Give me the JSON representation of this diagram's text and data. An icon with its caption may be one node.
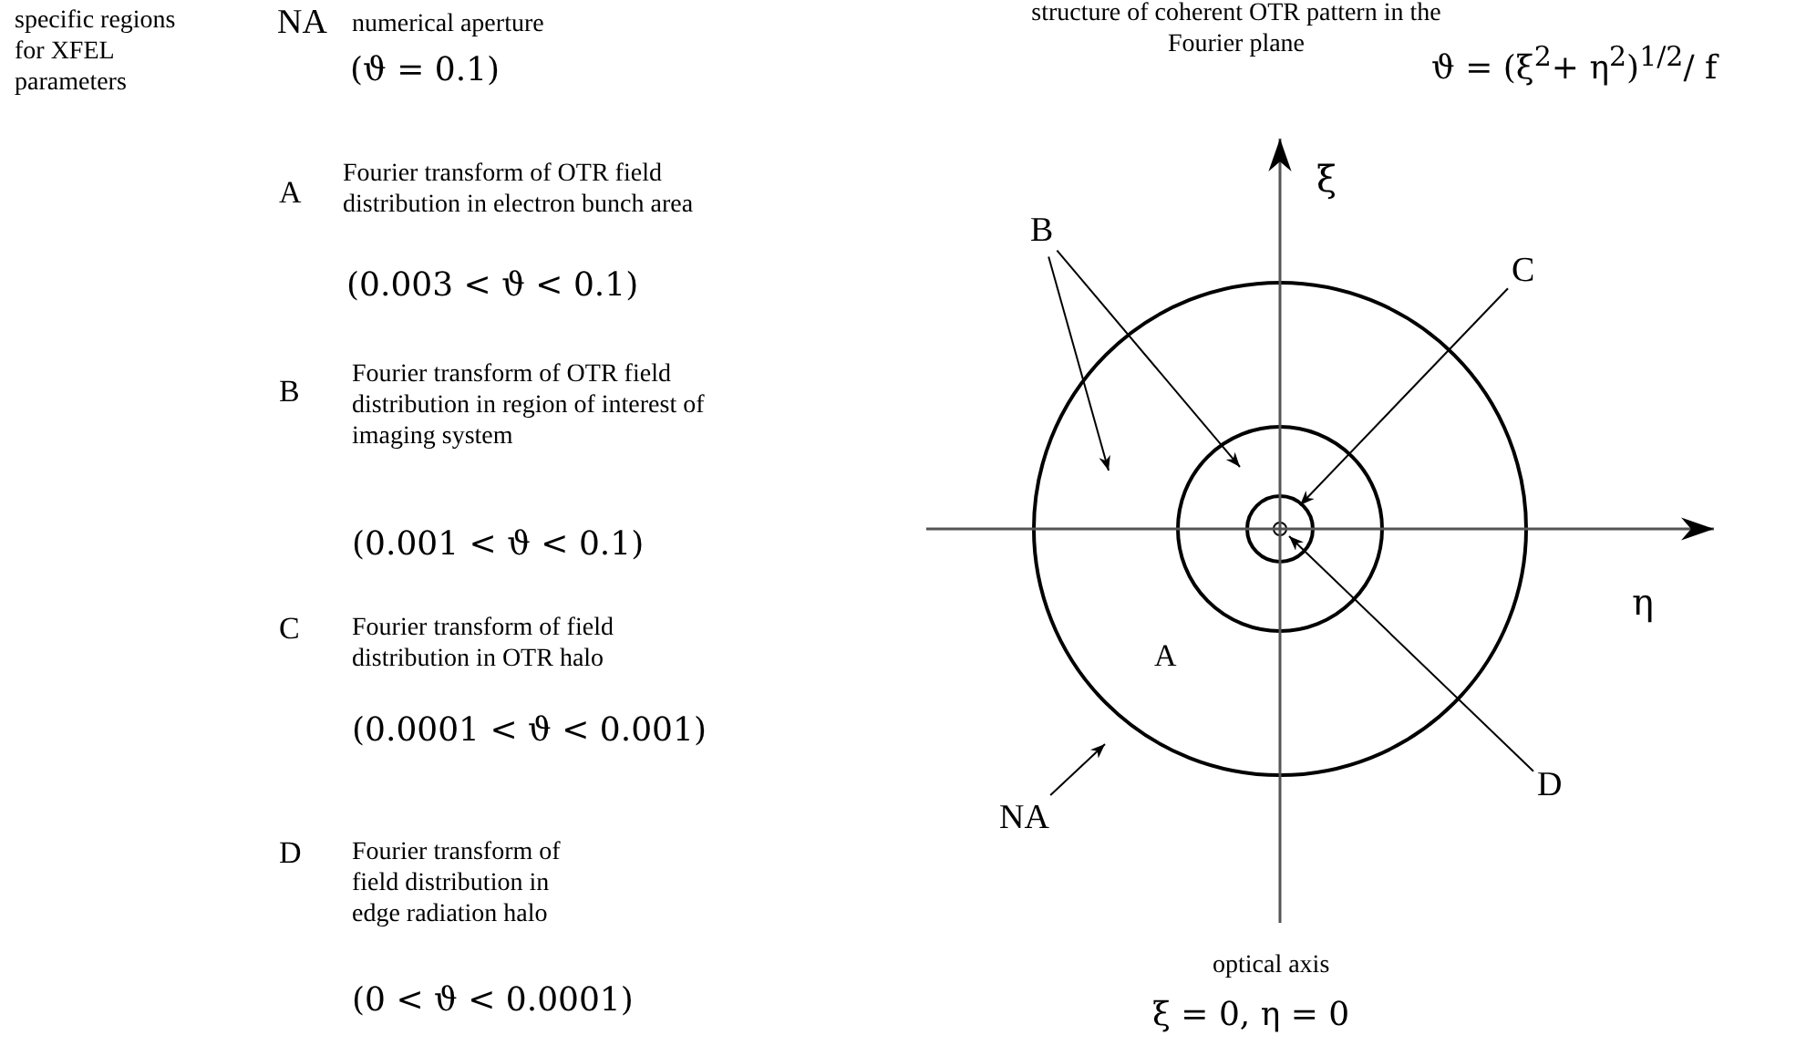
{
  "diagram": {
    "title": "structure of coherent OTR pattern in the Fourier plane",
    "nodes": [
      {
        "text": [
          "B"
        ]
      },
      {
        "text": [
          "C"
        ]
      },
      {
        "text": [],
        "shape": "circle"
      },
      {
        "text": [],
        "shape": "circle",
        "in": 2
      },
      {
        "text": [],
        "shape": "circle",
        "in": 3
      },
      {
        "text": [],
        "shape": "circle",
        "in": 4
      },
      {
        "text": [
          "D"
        ]
      },
      {
        "text": [
          "NA"
        ]
      }
    ],
    "edges": [
      {
        "from": 0,
        "to": 2,
        "arrow": "to"
      },
      {
        "from": 0,
        "to": 3,
        "arrow": "to"
      },
      {
        "from": 1,
        "to": 4,
        "arrow": "to"
      },
      {
        "from": 6,
        "to": 5,
        "arrow": "to"
      },
      {
        "from": 7,
        "to": 2,
        "arrow": "to"
      }
    ],
    "labels": [
      "specific regions for XFEL parameters",
      "NA",
      "numerical aperture",
      "(ϑ = 0.1)",
      "A",
      "Fourier transform of OTR field distribution in electron bunch area",
      "(0.003 < ϑ < 0.1)",
      "B",
      "Fourier transform of OTR field distribution in region of interest of imaging system",
      "(0.001 < ϑ < 0.1)",
      "C",
      "Fourier transform of field distribution in OTR halo",
      "(0.0001 < ϑ < 0.001)",
      "D",
      "Fourier transform of field distribution in edge radiation halo",
      "(0 < ϑ < 0.0001)",
      "ϑ = (ξ$^{2}$+ η$^{2}$)$^{1/2}$/ f",
      "ξ",
      "η",
      "A",
      "optical axis",
      "ξ = 0, η = 0"
    ]
  }
}
